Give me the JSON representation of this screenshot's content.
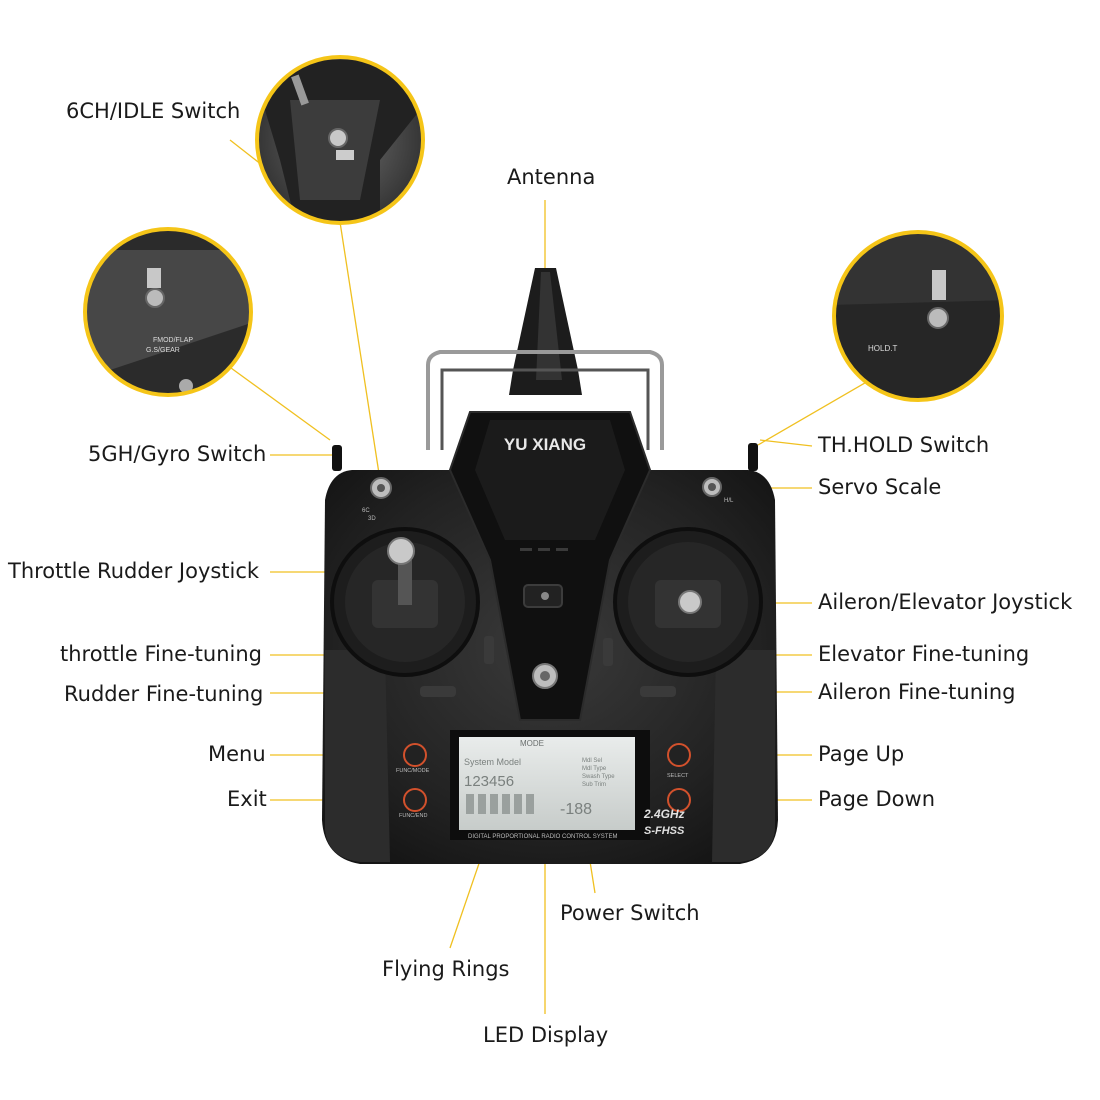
{
  "brand": "YU XIANG",
  "accent_color": "#f5c518",
  "labels": {
    "six_ch_idle": "6CH/IDLE Switch",
    "antenna": "Antenna",
    "gyro": "5GH/Gyro Switch",
    "th_hold": "TH.HOLD Switch",
    "servo_scale": "Servo Scale",
    "throttle_rudder_joystick": "Throttle Rudder Joystick",
    "aileron_elevator_joystick": "Aileron/Elevator Joystick",
    "throttle_fine": "throttle Fine-tuning",
    "elevator_fine": "Elevator Fine-tuning",
    "rudder_fine": "Rudder Fine-tuning",
    "aileron_fine": "Aileron Fine-tuning",
    "menu": "Menu",
    "page_up": "Page Up",
    "exit": "Exit",
    "page_down": "Page Down",
    "power_switch": "Power Switch",
    "flying_rings": "Flying Rings",
    "led_display": "LED Display"
  },
  "device": {
    "switch_6c": "6C",
    "switch_3d": "3D",
    "fmod_flap": "FMOD/FLAP",
    "gs_gear": "G.S/GEAR",
    "hold_t": "HOLD.T",
    "hl": "H/L",
    "func_mode": "FUNC/MODE",
    "func_end": "FUNC/END",
    "select": "SELECT",
    "system_text": "DIGITAL PROPORTIONAL RADIO CONTROL SYSTEM",
    "band": "2.4GHz",
    "protocol": "S-FHSS",
    "lcd": {
      "mode": "MODE",
      "system_model": "System Model",
      "digits": "123456",
      "right_lines": [
        "Mdl Sel",
        "Mdl Type",
        "Swash Type",
        "Sub Trim"
      ],
      "big_number": "-188"
    }
  }
}
